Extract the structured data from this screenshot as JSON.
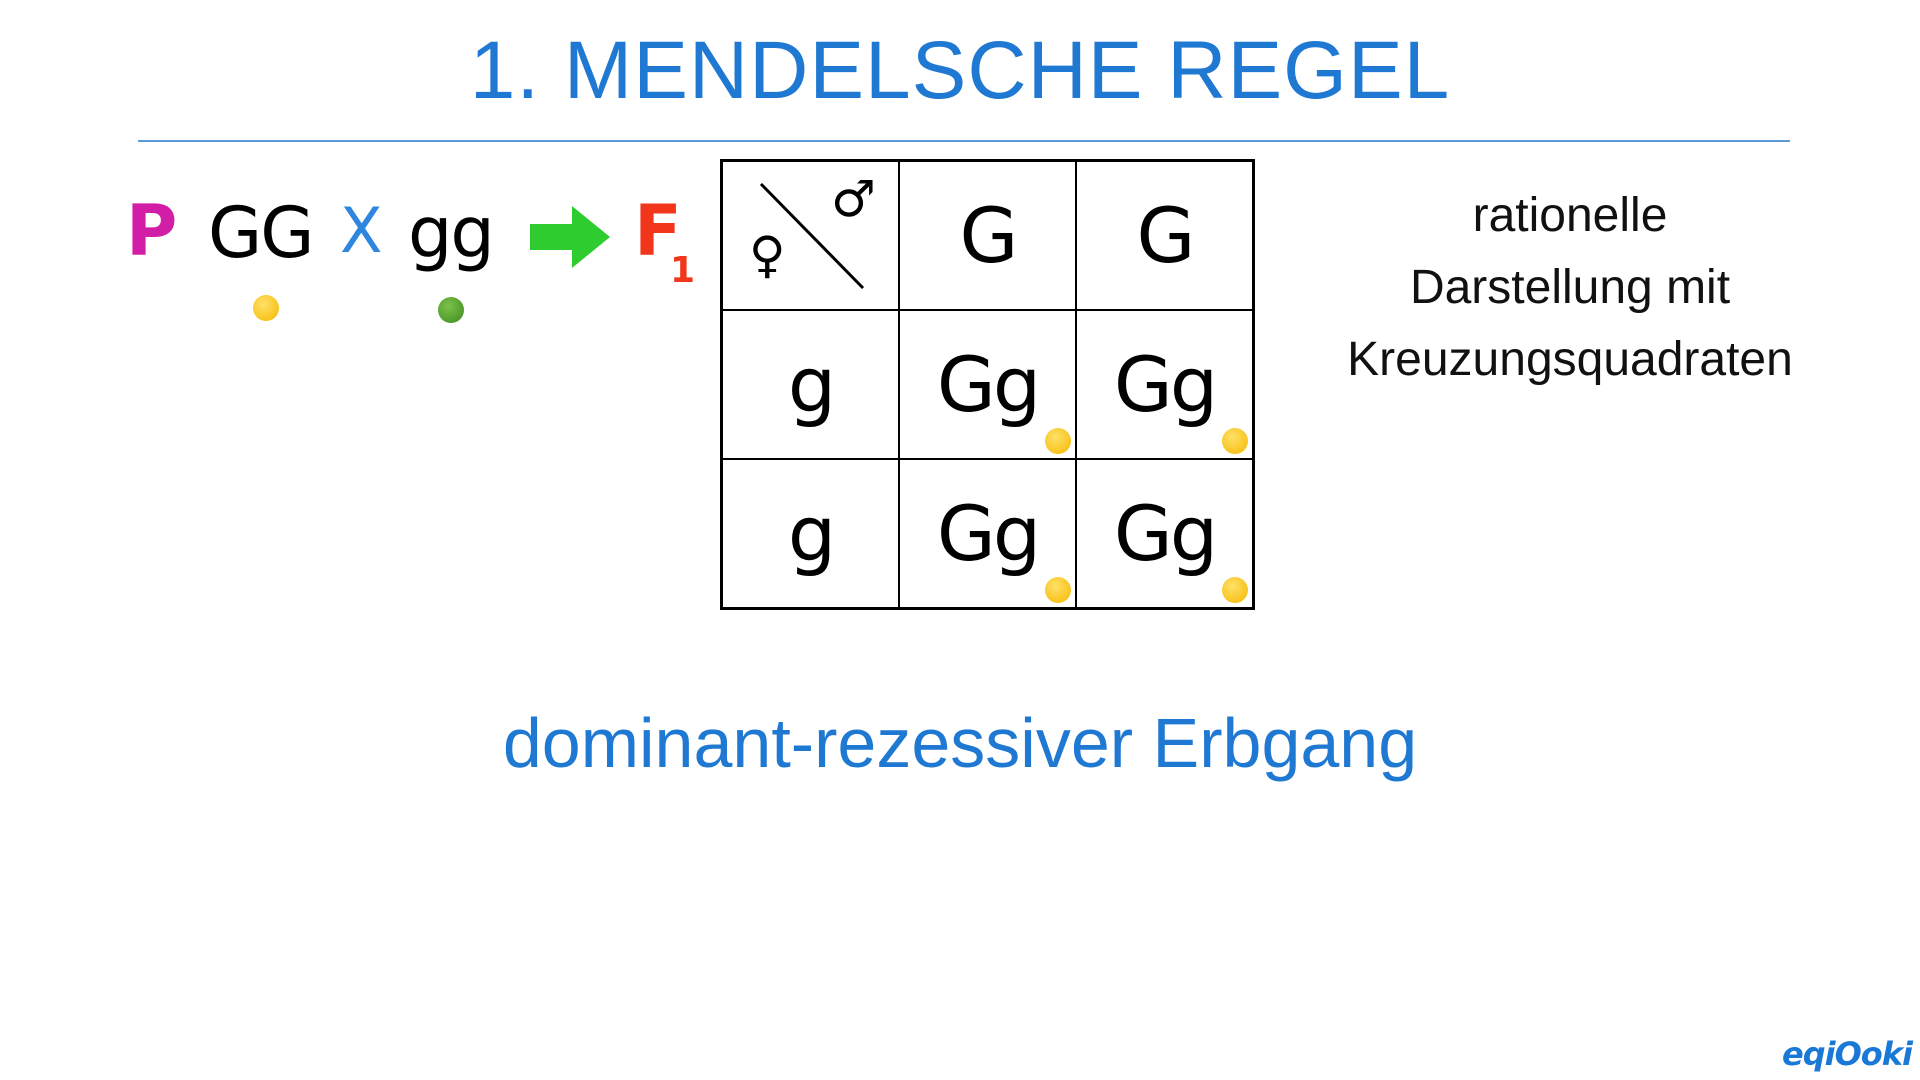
{
  "title": "1. MENDELSCHE REGEL",
  "cross": {
    "parent_label": "P",
    "parent1_genotype": "GG",
    "cross_symbol": "X",
    "parent2_genotype": "gg",
    "offspring_label": "F",
    "offspring_subscript": "1",
    "parent1_phenotype_color": "#f5b800",
    "parent2_phenotype_color": "#3e8a1f",
    "arrow_color": "#2ecc2e"
  },
  "punnett": {
    "male_symbol": "♂",
    "female_symbol": "♀",
    "male_gametes": [
      "G",
      "G"
    ],
    "female_gametes": [
      "g",
      "g"
    ],
    "offspring": [
      [
        "Gg",
        "Gg"
      ],
      [
        "Gg",
        "Gg"
      ]
    ],
    "offspring_phenotype_color": "#f5b800"
  },
  "side_text": {
    "line1": "rationelle",
    "line2": "Darstellung mit",
    "line3": "Kreuzungsquadraten"
  },
  "subtitle": "dominant-rezessiver Erbgang",
  "logo": "eqiOoki"
}
